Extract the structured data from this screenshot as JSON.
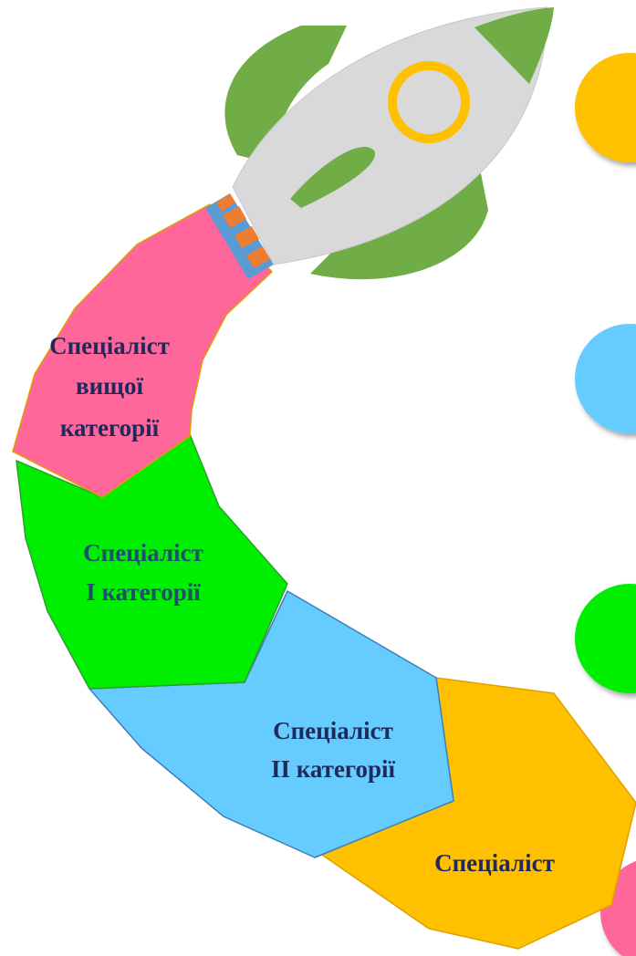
{
  "colors": {
    "pink": "#FF6699",
    "green": "#00EE00",
    "blue": "#66CCFF",
    "orange": "#FFC000",
    "rocket_green": "#70AD47",
    "rocket_body": "#D9D9D9",
    "porthole": "#FFC000",
    "label_dark": "#1F2A5A",
    "label_green": "#1E4E6E"
  },
  "segments": [
    {
      "id": "specialist-highest",
      "color_key": "pink",
      "lines": [
        "Спеціаліст",
        "вищої",
        "категорії"
      ]
    },
    {
      "id": "specialist-first",
      "color_key": "green",
      "lines": [
        "Спеціаліст",
        "I категорії"
      ]
    },
    {
      "id": "specialist-second",
      "color_key": "blue",
      "lines": [
        "Спеціаліст",
        "II категорії"
      ]
    },
    {
      "id": "specialist",
      "color_key": "orange",
      "lines": [
        "Спеціаліст"
      ]
    }
  ],
  "markers": [
    {
      "color_key": "orange"
    },
    {
      "color_key": "blue"
    },
    {
      "color_key": "green"
    },
    {
      "color_key": "pink"
    }
  ],
  "rocket": {
    "icon": "rocket-icon"
  }
}
